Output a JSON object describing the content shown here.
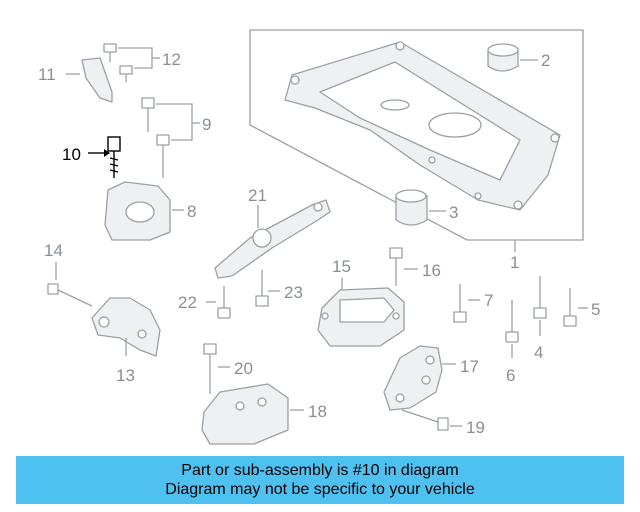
{
  "diagram": {
    "highlight_color": "#000000",
    "label_color": "#8a8f96",
    "callouts": {
      "c1": "1",
      "c2": "2",
      "c3": "3",
      "c4": "4",
      "c5": "5",
      "c6": "6",
      "c7": "7",
      "c8": "8",
      "c9": "9",
      "c10": "10",
      "c11": "11",
      "c12": "12",
      "c13": "13",
      "c14": "14",
      "c15": "15",
      "c16": "16",
      "c17": "17",
      "c18": "18",
      "c19": "19",
      "c20": "20",
      "c21": "21",
      "c22": "22",
      "c23": "23"
    }
  },
  "banner": {
    "color": "#4fc1f0",
    "line1": "Part or sub-assembly is #10 in diagram",
    "line2": "Diagram may not be specific to your vehicle"
  }
}
